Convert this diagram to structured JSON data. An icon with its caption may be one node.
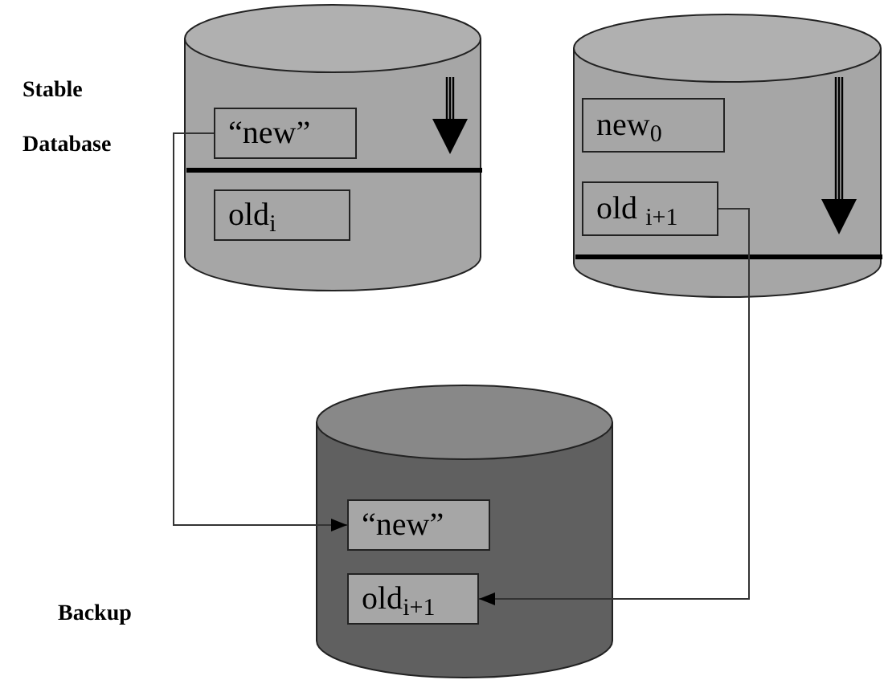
{
  "diagram": {
    "nodes": [
      {
        "text": [],
        "shape": "cylinder",
        "beside": [
          "Stable Database"
        ]
      },
      {
        "text": [
          "“new”"
        ],
        "in": 0
      },
      {
        "text": [
          "old$_{i}$"
        ],
        "in": 0
      },
      {
        "text": [],
        "shape": "cylinder"
      },
      {
        "text": [
          "new$_{0}$"
        ],
        "in": 3
      },
      {
        "text": [
          "old $_{i+1}$"
        ],
        "in": 3
      },
      {
        "text": [],
        "shape": "cylinder"
      },
      {
        "text": [
          "“new”"
        ],
        "in": 6
      },
      {
        "text": [
          "old$_{i+1}$"
        ],
        "in": 6
      }
    ],
    "edges": [
      {
        "from": 1,
        "to": 7,
        "arrow": "to"
      },
      {
        "from": 5,
        "to": 8,
        "arrow": "to"
      }
    ],
    "labels": [
      "Backup"
    ]
  }
}
